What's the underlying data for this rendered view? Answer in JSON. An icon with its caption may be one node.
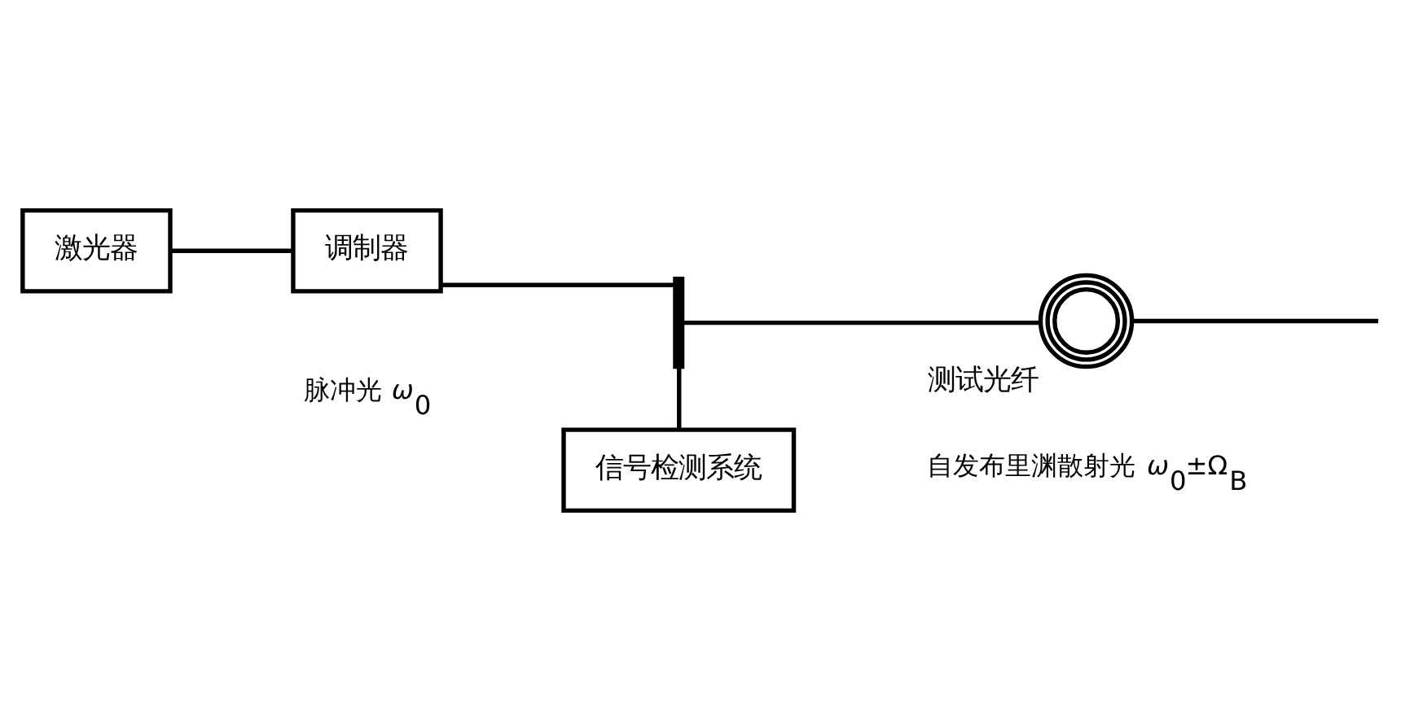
{
  "diagram": {
    "nodes": [
      {
        "text": [
          "激光器"
        ]
      },
      {
        "text": [
          "调制器"
        ]
      },
      {
        "text": [],
        "shape": "bar"
      },
      {
        "text": [],
        "shape": "circle",
        "beside": [
          "测试光纤"
        ]
      },
      {
        "text": [
          "信号检测系统"
        ]
      }
    ],
    "edges": [
      {
        "from": 0,
        "to": 1,
        "arrow": "none"
      },
      {
        "from": 1,
        "to": 2,
        "arrow": "none"
      },
      {
        "from": 2,
        "to": 3,
        "arrow": "none"
      },
      {
        "from": 3,
        "to": null,
        "arrow": "none"
      },
      {
        "from": 2,
        "to": 4,
        "arrow": "none"
      }
    ],
    "labels": [
      "脉冲光 *ω*$_{0}$",
      "自发布里渊散射光 *ω*$_{0}$±Ω$_{B}$"
    ]
  }
}
